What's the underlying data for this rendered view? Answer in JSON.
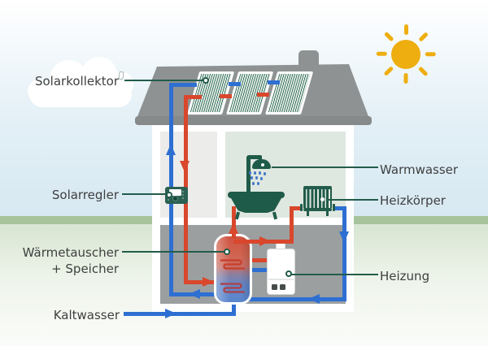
{
  "labels": {
    "solarkollektor": "Solarkollektor",
    "solarregler": "Solarregler",
    "waermetauscher_line1": "Wärmetauscher",
    "waermetauscher_line2": "+ Speicher",
    "kaltwasser": "Kaltwasser",
    "warmwasser": "Warmwasser",
    "heizkoerper": "Heizkörper",
    "heizung": "Heizung"
  },
  "colors": {
    "hot_pipe_red": "#d9472c",
    "cold_pipe_blue": "#2e6fd2",
    "component_green": "#1e5b49",
    "callout_line_green": "#235c4a",
    "sun_yellow": "#eeae10",
    "roof_gray": "#8f9293",
    "basement_gray": "#9b9fa0",
    "room_left_gray": "#ececeb",
    "room_right_green": "#dfe8e0",
    "sky_blue": "#d7e8f2",
    "horizon_green": "#a6c39c",
    "label_text": "#3e3f3f",
    "tank_hot_top": "#cf5340",
    "tank_cold_bottom": "#5b86cd"
  },
  "icons": {
    "sun-icon": "yellow circle with 8 rounded rays",
    "cloud-icon": "overlapping white circles",
    "solar-panel-icon": "white-framed striped parallelogram",
    "controller-icon": "green box with white display",
    "shower-icon": "green dome head with blue drops",
    "bathtub-icon": "green rounded tub with feet",
    "radiator-icon": "green finned radiator",
    "tank-icon": "red-to-blue gradient cylinder with coils",
    "boiler-icon": "white wall boiler with vents",
    "flow-arrow-icon": "triangle in pipe color"
  }
}
